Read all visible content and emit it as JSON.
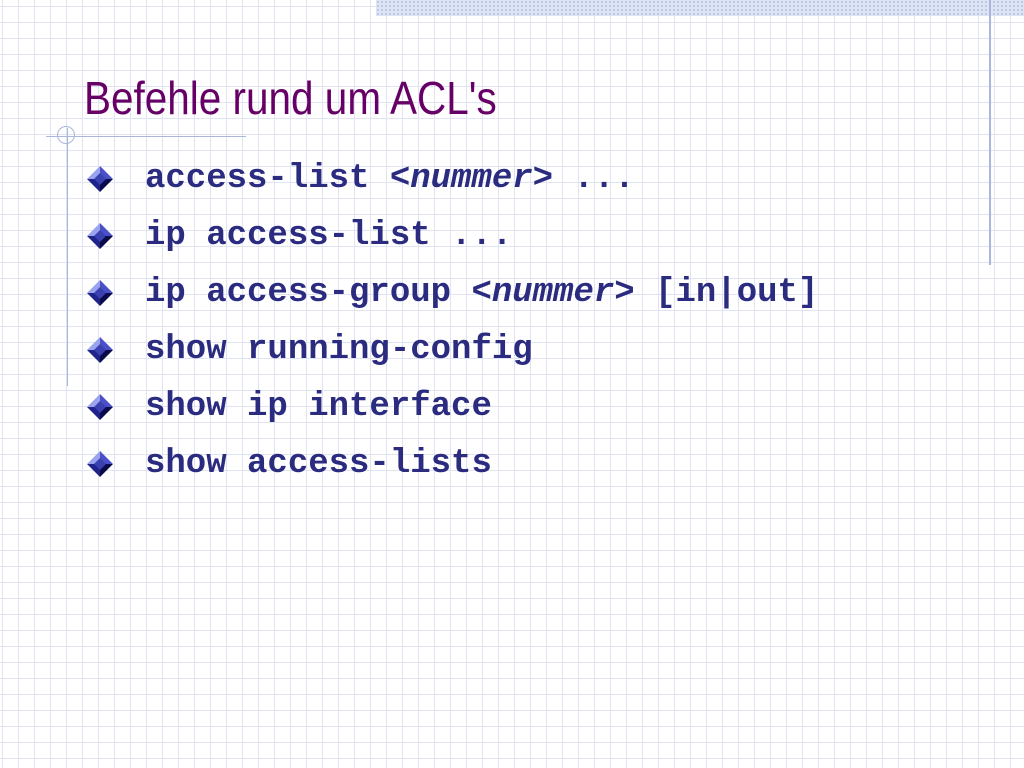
{
  "slide": {
    "title": "Befehle rund um ACL's",
    "bullets": [
      {
        "before": "access-list <",
        "param": "nummer",
        "after": "> ..."
      },
      {
        "before": "ip access-list ...",
        "param": "",
        "after": ""
      },
      {
        "before": "ip access-group <",
        "param": "nummer",
        "after": "> [in|out]"
      },
      {
        "before": "show running-config",
        "param": "",
        "after": ""
      },
      {
        "before": "show ip interface",
        "param": "",
        "after": ""
      },
      {
        "before": "show access-lists",
        "param": "",
        "after": ""
      }
    ]
  },
  "icons": {
    "bullet": "diamond-bullet-icon"
  },
  "colors": {
    "title": "#660066",
    "text": "#2b2b80",
    "grid": "#dfe3f2",
    "rule": "#aab6dd",
    "band": "#dde4f3"
  }
}
